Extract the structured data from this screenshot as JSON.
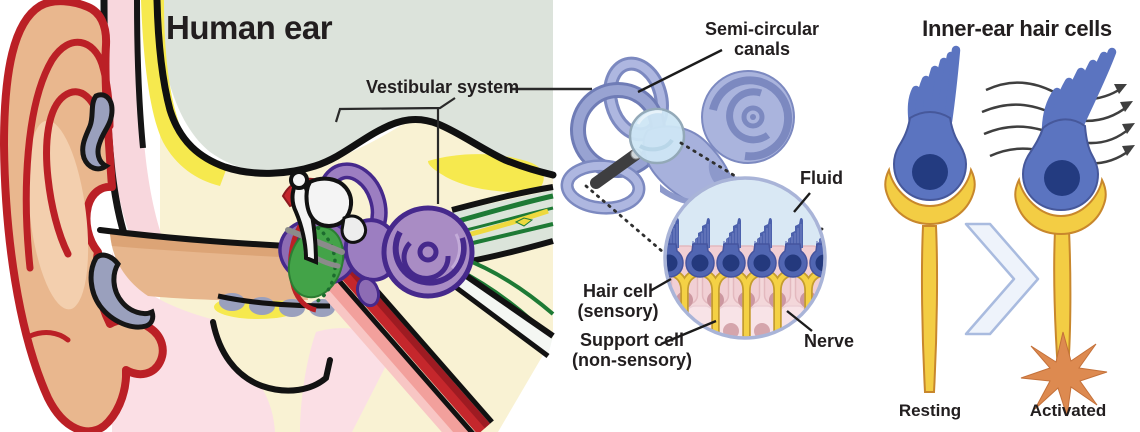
{
  "left_panel": {
    "title": "Human ear",
    "vestibular_label": "Vestibular system"
  },
  "middle_panel": {
    "canals_label_line1": "Semi-circular",
    "canals_label_line2": "canals",
    "fluid_label": "Fluid",
    "hair_cell_line1": "Hair cell",
    "hair_cell_line2": "(sensory)",
    "support_cell_line1": "Support cell",
    "support_cell_line2": "(non-sensory)",
    "nerve_label": "Nerve"
  },
  "right_panel": {
    "title": "Inner-ear hair cells",
    "resting_label": "Resting",
    "activated_label": "Activated"
  },
  "icons": {
    "magnifier": "magnifier-icon",
    "transition": "chevron-right-icon",
    "activation": "starburst-icon",
    "flow": "flow-arrows-icon"
  },
  "colors": {
    "background": "#ffffff",
    "panel_bg": "#dce3db",
    "bone_pale": "#f9f2d3",
    "bone_bright": "#f6e94e",
    "skin_pink": "#fbdfe5",
    "ear_tan": "#e9b78e",
    "outline_red": "#bb2026",
    "inner_ear_purple": "#9c7ec1",
    "purple_outline": "#46298c",
    "eardrum_green": "#43a348",
    "nerve_green": "#1e7a35",
    "labyrinth_periwinkle": "#aab4dd",
    "fluid_blue": "#d9e8f4",
    "hair_cell_blue": "#5166b2",
    "nucleus_navy": "#24397d",
    "support_pink": "#f1cfd4",
    "nerve_yellow": "#f4d145",
    "right_cell_blue": "#5b74c0",
    "burst_orange": "#dd8a50",
    "chevron_fill": "#eef3fb",
    "text": "#221e1f"
  }
}
